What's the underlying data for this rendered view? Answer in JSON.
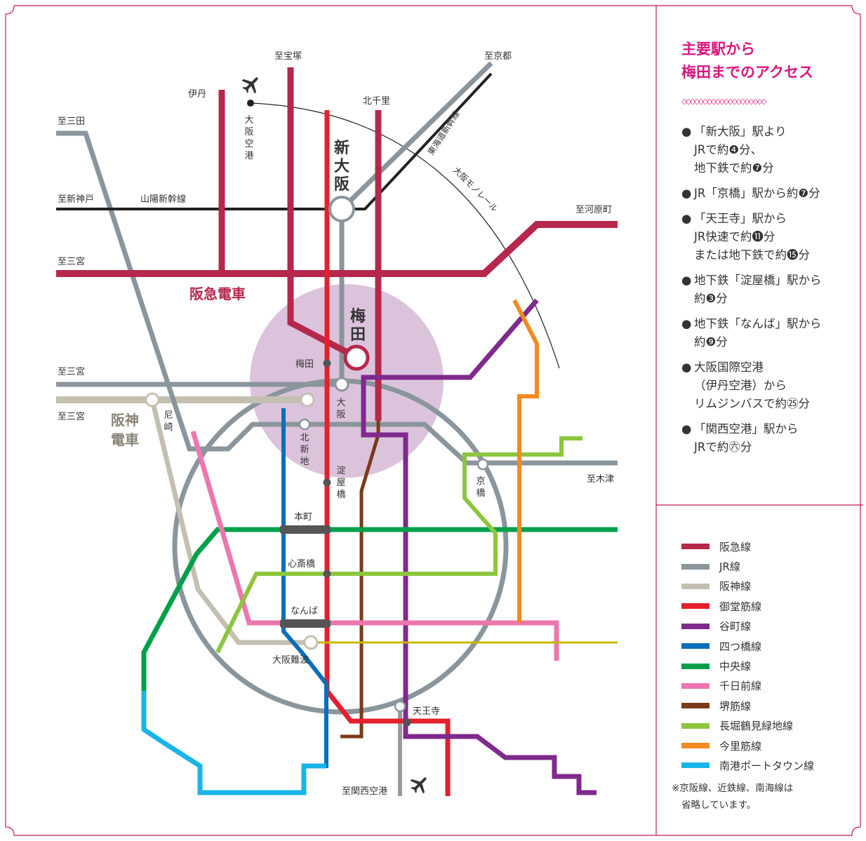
{
  "access": {
    "title_line1": "主要駅から",
    "title_line2": "梅田までのアクセス",
    "divider": "◇◇◇◇◇◇◇◇◇◇◇◇◇◇◇◇◇◇◇◇",
    "bullet": "●",
    "items": [
      {
        "lines": [
          "「新大阪」駅より",
          "JRで約❹分、",
          "地下鉄で約❼分"
        ]
      },
      {
        "lines": [
          "JR「京橋」駅から約❼分"
        ]
      },
      {
        "lines": [
          "「天王寺」駅から",
          "JR快速で約⓫分",
          "または地下鉄で約⓯分"
        ]
      },
      {
        "lines": [
          "地下鉄「淀屋橋」駅から",
          "約❸分"
        ]
      },
      {
        "lines": [
          "地下鉄「なんば」駅から",
          "約❾分"
        ]
      },
      {
        "lines": [
          "大阪国際空港",
          "（伊丹空港）から",
          "リムジンバスで約㉕分"
        ]
      },
      {
        "lines": [
          "「関西空港」駅から",
          "JRで約㊅分"
        ]
      }
    ]
  },
  "legend": [
    {
      "label": "阪急線",
      "color": "#b5284c"
    },
    {
      "label": "JR線",
      "color": "#8a959c"
    },
    {
      "label": "阪神線",
      "color": "#c3c0b1"
    },
    {
      "label": "御堂筋線",
      "color": "#e5202d"
    },
    {
      "label": "谷町線",
      "color": "#7f2a8c"
    },
    {
      "label": "四つ橋線",
      "color": "#0a6fb7"
    },
    {
      "label": "中央線",
      "color": "#00a04a"
    },
    {
      "label": "千日前線",
      "color": "#ec76ad"
    },
    {
      "label": "堺筋線",
      "color": "#7a3a1a"
    },
    {
      "label": "長堀鶴見緑地線",
      "color": "#8cc63f"
    },
    {
      "label": "今里筋線",
      "color": "#f28a22"
    },
    {
      "label": "南港ポートタウン線",
      "color": "#19b4e8"
    }
  ],
  "footnote": {
    "line1": "※京阪線、近鉄線、南海線は",
    "line2": "省略しています。"
  },
  "map": {
    "major": {
      "shin_osaka": "新大阪",
      "umeda": "梅田",
      "hankyu": "阪急電車",
      "hanshin": "阪神電車"
    },
    "stations": {
      "umeda_sub": "梅田",
      "osaka": "大阪",
      "kitashinchi": "北新地",
      "yodoyabashi": "淀屋橋",
      "kyobashi": "京橋",
      "honmachi": "本町",
      "shinsaibashi": "心斎橋",
      "namba": "なんば",
      "osaka_namba": "大阪難波",
      "tennoji": "天王寺",
      "amagasaki": "尼崎",
      "itami": "伊丹",
      "kitasenri": "北千里",
      "osaka_airport": "大阪空港"
    },
    "destinations": {
      "takarazuka": "至宝塚",
      "kyoto": "至京都",
      "sanda": "至三田",
      "shinkobe": "至新神戸",
      "kawaramachi": "至河原町",
      "sannomiya_hankyu": "至三宮",
      "sannomiya_jr": "至三宮",
      "sannomiya_hanshin": "至三宮",
      "kizu": "至木津",
      "kansai_airport": "至関西空港"
    },
    "lines": {
      "sanyo": "山陽新幹線",
      "tokaido": "東海道新幹線",
      "monorail": "大阪モノレール"
    }
  }
}
